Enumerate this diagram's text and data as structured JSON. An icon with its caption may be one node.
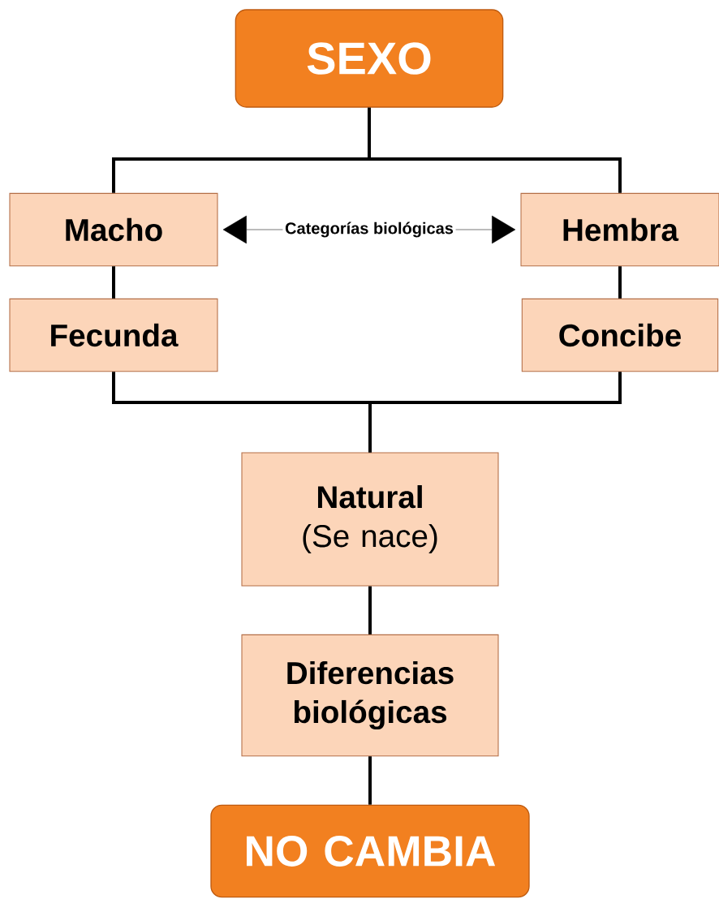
{
  "diagram": {
    "nodes": [
      {
        "text": [
          "SEXO"
        ]
      },
      {
        "text": [
          "Macho"
        ]
      },
      {
        "text": [
          "Hembra"
        ]
      },
      {
        "text": [
          "Fecunda"
        ]
      },
      {
        "text": [
          "Concibe"
        ]
      },
      {
        "text": [
          "Natural",
          "(Se nace)"
        ]
      },
      {
        "text": [
          "Diferencias biológicas"
        ]
      },
      {
        "text": [
          "NO CAMBIA"
        ]
      }
    ],
    "edges": [
      {
        "from": 0,
        "to": 1,
        "arrow": "none"
      },
      {
        "from": 0,
        "to": 2,
        "arrow": "none"
      },
      {
        "from": 1,
        "to": 3,
        "arrow": "none"
      },
      {
        "from": 2,
        "to": 4,
        "arrow": "none"
      },
      {
        "from": 1,
        "to": 2,
        "arrow": "both",
        "label": "Categorías biológicas"
      },
      {
        "from": 3,
        "to": 5,
        "arrow": "none"
      },
      {
        "from": 4,
        "to": 5,
        "arrow": "none"
      },
      {
        "from": 5,
        "to": 6,
        "arrow": "none"
      },
      {
        "from": 6,
        "to": 7,
        "arrow": "none"
      }
    ]
  }
}
